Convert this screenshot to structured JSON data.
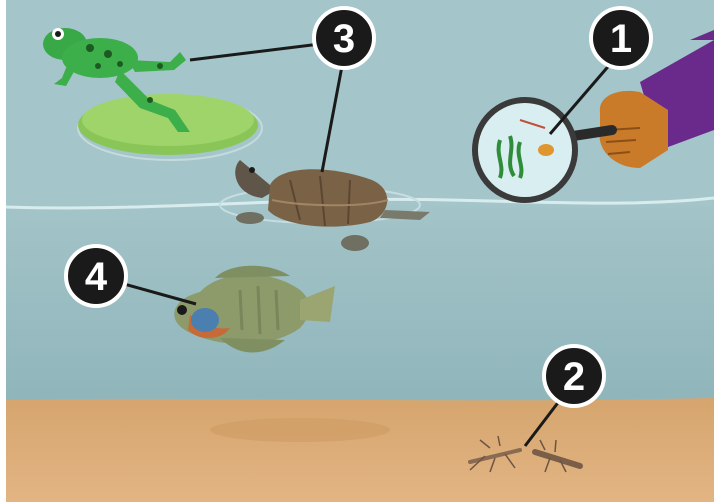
{
  "callouts": [
    {
      "id": "magnifier",
      "number": "1"
    },
    {
      "id": "insect-larvae",
      "number": "2"
    },
    {
      "id": "frog-turtle",
      "number": "3"
    },
    {
      "id": "fish",
      "number": "4"
    }
  ],
  "colors": {
    "sky_water": "#9fc1c6",
    "water": "#8fb7bd",
    "sand": "#d9a872",
    "lily_pad": "#8cc85a",
    "frog": "#3cae4a",
    "turtle_shell": "#7a6247",
    "fish": "#8d9a6a",
    "sleeve": "#6a2a8c",
    "glove": "#c97b2a"
  },
  "icons": [
    "frog-icon",
    "lily-pad-icon",
    "turtle-icon",
    "fish-icon",
    "magnifier-icon",
    "hand-icon",
    "insect-larva-icon"
  ]
}
